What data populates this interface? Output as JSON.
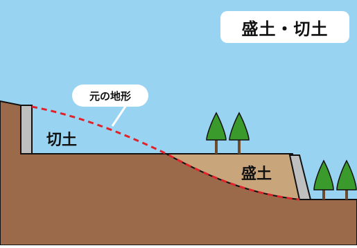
{
  "title": "盛土・切土",
  "original_ground_label": "元の地形",
  "cut_label": "切土",
  "fill_label": "盛土",
  "colors": {
    "sky": "#99d3f2",
    "ground": "#9b6a4a",
    "fill_soil": "#c9a57c",
    "wall": "#bfbfbf",
    "original_ground_line": "#e0222b",
    "tree_foliage": "#3a9a2b",
    "tree_trunk": "#6e4a2f"
  }
}
